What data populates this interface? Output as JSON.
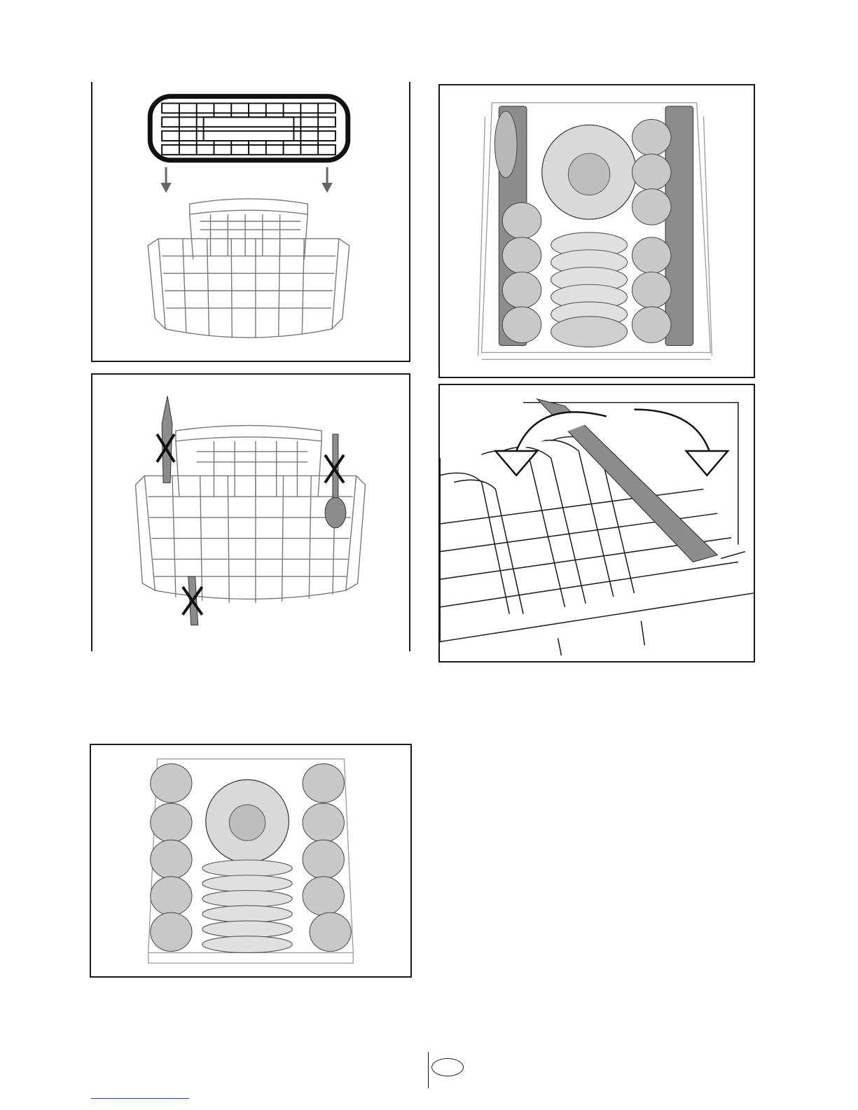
{
  "figures": [
    {
      "id": "cutlery-basket-grid-insert",
      "kind": "illustration",
      "arrows": 2,
      "icon": "down-arrow-icon"
    },
    {
      "id": "upper-rack-loaded-top-view",
      "kind": "illustration",
      "icon": "rack-icon"
    },
    {
      "id": "cutlery-basket-prohibited-placement",
      "kind": "illustration",
      "crossed_items": 3,
      "icon": "cross-icon"
    },
    {
      "id": "folding-plate-support",
      "kind": "illustration",
      "arrows": 2,
      "icon": "fold-arrow-icon"
    },
    {
      "id": "lower-rack-cups-and-plates",
      "kind": "illustration",
      "icon": "rack-icon"
    }
  ],
  "footer": {
    "page_number": "",
    "link_text": ""
  },
  "colors": {
    "line": "#1a1a1a",
    "gray_item": "#8c8c8c",
    "dish_fill": "#d9d9d9",
    "link": "#2a3ad8"
  }
}
